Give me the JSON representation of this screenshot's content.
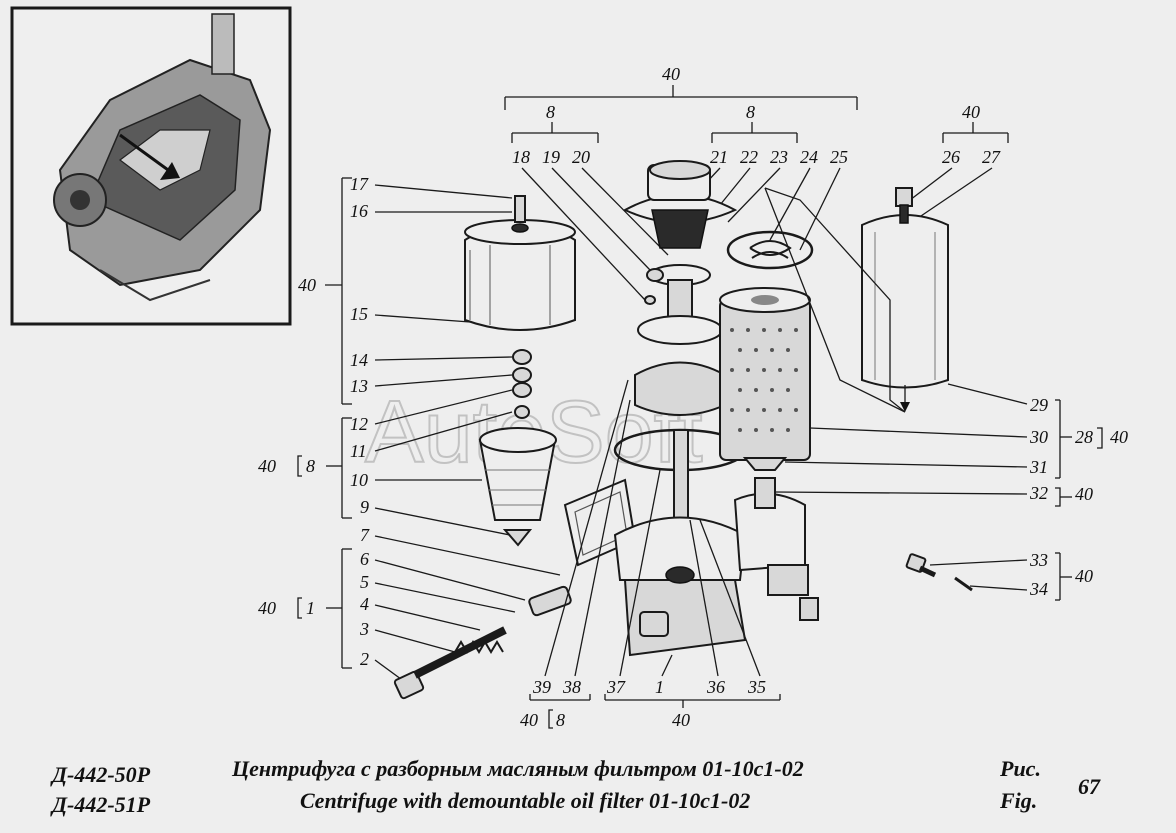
{
  "watermark": "AutoSoft",
  "callouts": {
    "n1": "1",
    "n2": "2",
    "n3": "3",
    "n4": "4",
    "n5": "5",
    "n6": "6",
    "n7": "7",
    "n8": "8",
    "n9": "9",
    "n10": "10",
    "n11": "11",
    "n12": "12",
    "n13": "13",
    "n14": "14",
    "n15": "15",
    "n16": "16",
    "n17": "17",
    "n18": "18",
    "n19": "19",
    "n20": "20",
    "n21": "21",
    "n22": "22",
    "n23": "23",
    "n24": "24",
    "n25": "25",
    "n26": "26",
    "n27": "27",
    "n28": "28",
    "n29": "29",
    "n30": "30",
    "n31": "31",
    "n32": "32",
    "n33": "33",
    "n34": "34",
    "n35": "35",
    "n36": "36",
    "n37": "37",
    "n38": "38",
    "n39": "39",
    "n40": "40"
  },
  "footer": {
    "model_1": "Д-442-50Р",
    "model_2": "Д-442-51Р",
    "title_ru": "Центрифуга с разборным масляным фильтром 01-10с1-02",
    "title_en": "Centrifuge with demountable oil filter 01-10c1-02",
    "fig_ru": "Рис.",
    "fig_en": "Fig.",
    "page": "67"
  }
}
